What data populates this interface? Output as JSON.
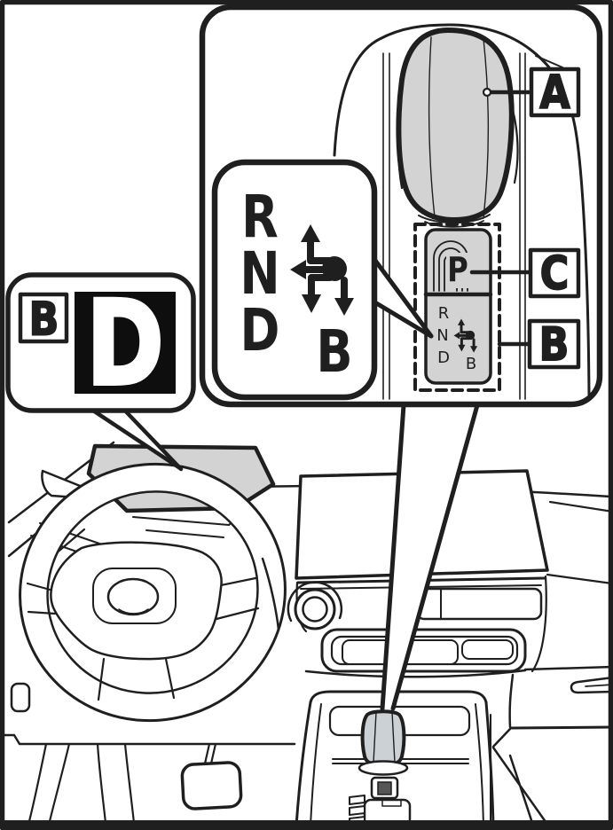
{
  "colors": {
    "line": "#1f1f1f",
    "background": "#ffffff",
    "shape_gray": "#d3d3d3",
    "knob_gray": "#ccd1d5",
    "indicator_box_black": "#0e0e0e",
    "indicator_text_white": "#ffffff",
    "button_dark_gray": "#565656"
  },
  "callout_labels": {
    "a": "A",
    "b": "B",
    "c": "C"
  },
  "display_callout": {
    "label": "B",
    "gear_indicator": "D"
  },
  "shift_pattern_zoom": {
    "reverse": "R",
    "neutral": "N",
    "drive": "D",
    "brake": "B"
  },
  "shifter_panel": {
    "park": "P",
    "reverse": "R",
    "neutral": "N",
    "drive": "D",
    "brake": "B"
  },
  "icons": {
    "shift_gate": "four-way-shift-gate-arrows"
  }
}
